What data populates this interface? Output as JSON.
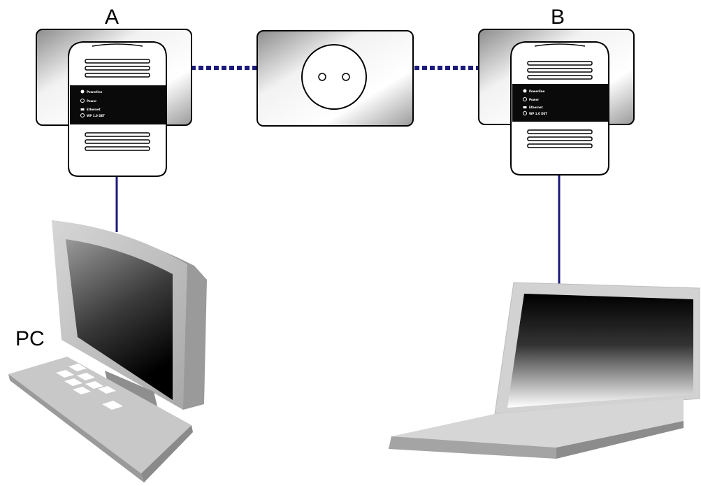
{
  "labels": {
    "adapter_a": "A",
    "adapter_b": "B",
    "pc": "PC"
  },
  "indicators": [
    {
      "icon": "powerline-icon",
      "text": "Powerline"
    },
    {
      "icon": "power-icon",
      "text": "Power"
    },
    {
      "icon": "ethernet-icon",
      "text": "Ethernet"
    },
    {
      "icon": "reset-icon",
      "text": "WP 1.0 DET"
    }
  ],
  "colors": {
    "link_line": "#1c1a7a",
    "adapter_panel": "#0a0a0a",
    "screen_dark": "#000000"
  },
  "links": {
    "a_to_outlet": "dashed",
    "outlet_to_b": "dashed",
    "a_to_pc": "solid",
    "b_to_laptop": "solid"
  }
}
